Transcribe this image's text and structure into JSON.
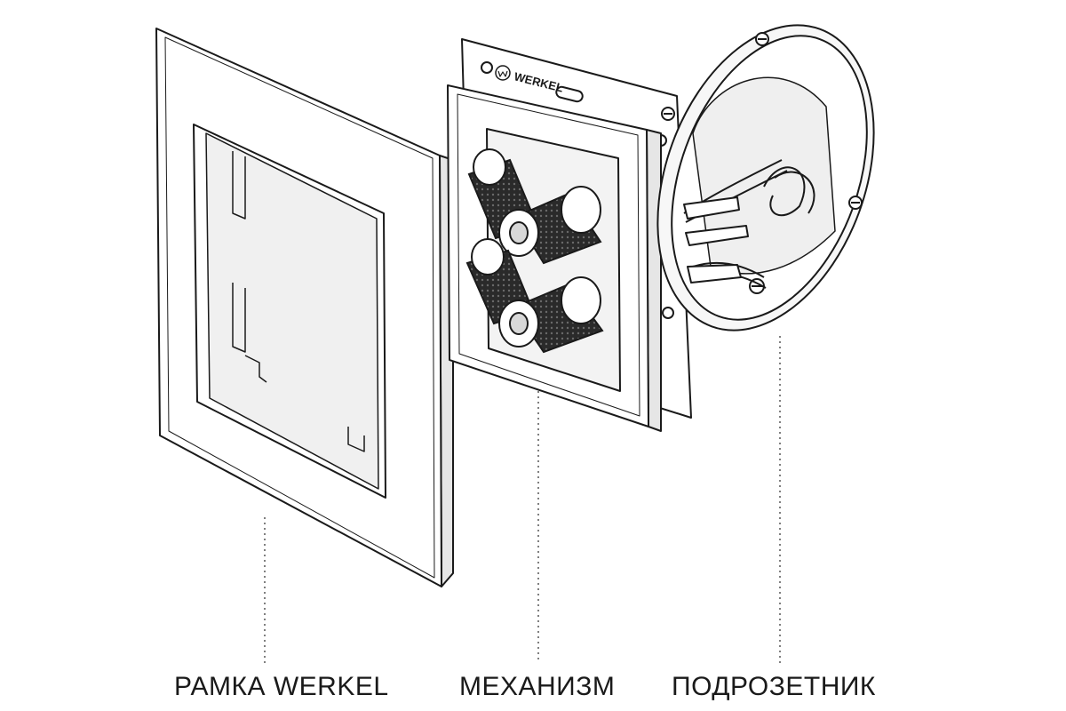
{
  "labels": {
    "frame": "РАМКА WERKEL",
    "mechanism": "МЕХАНИЗМ",
    "box": "ПОДРОЗЕТНИК"
  },
  "brand_text": "WERKEL",
  "colors": {
    "line": "#1a1a1a",
    "terminal": "#2a2a2a",
    "surface": "#ffffff",
    "shade": "#e6e6e6"
  }
}
